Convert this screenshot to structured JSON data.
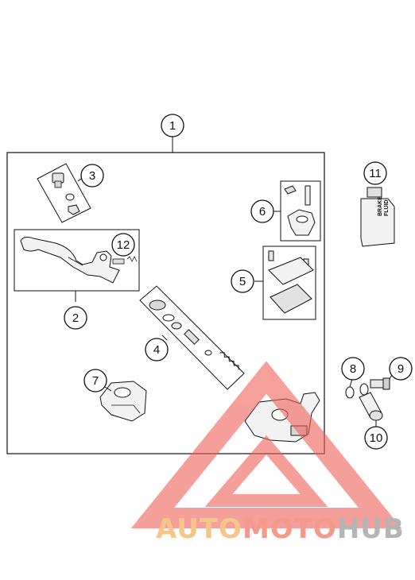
{
  "diagram": {
    "callouts": [
      "1",
      "2",
      "3",
      "4",
      "5",
      "6",
      "7",
      "8",
      "9",
      "10",
      "11",
      "12"
    ],
    "bottle_label": "BRAKE\nFLUID"
  },
  "watermark": {
    "part1": "AUTO",
    "part2": "MOTO",
    "part3": "HUB"
  },
  "colors": {
    "line": "#111111",
    "part_fill": "#f2f2f2",
    "part_shade": "#cfcfcf",
    "watermark_red": "#f0605a",
    "watermark_orange": "#f4c68c",
    "watermark_gray": "#b5b5b5"
  }
}
